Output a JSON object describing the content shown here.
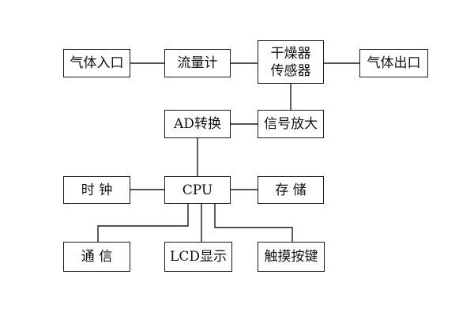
{
  "diagram": {
    "nodes": {
      "gas_inlet": "气体入口",
      "flow_meter": "流量计",
      "dryer_sensor": "干燥器\n传感器",
      "gas_outlet": "气体出口",
      "ad_convert": "AD转换",
      "signal_amp": "信号放大",
      "clock": "时  钟",
      "cpu": "CPU",
      "storage": "存  储",
      "comm": "通  信",
      "lcd": "LCD显示",
      "touch_keys": "触摸按键"
    },
    "edges": [
      [
        "gas_inlet",
        "flow_meter"
      ],
      [
        "flow_meter",
        "dryer_sensor"
      ],
      [
        "dryer_sensor",
        "gas_outlet"
      ],
      [
        "dryer_sensor",
        "signal_amp"
      ],
      [
        "signal_amp",
        "ad_convert"
      ],
      [
        "ad_convert",
        "cpu"
      ],
      [
        "clock",
        "cpu"
      ],
      [
        "cpu",
        "storage"
      ],
      [
        "cpu",
        "comm"
      ],
      [
        "cpu",
        "lcd"
      ],
      [
        "cpu",
        "touch_keys"
      ]
    ],
    "colors": {
      "line": "#1a1a1a",
      "box_border": "#1a1a1a",
      "text": "#111111",
      "background": "#ffffff"
    }
  }
}
